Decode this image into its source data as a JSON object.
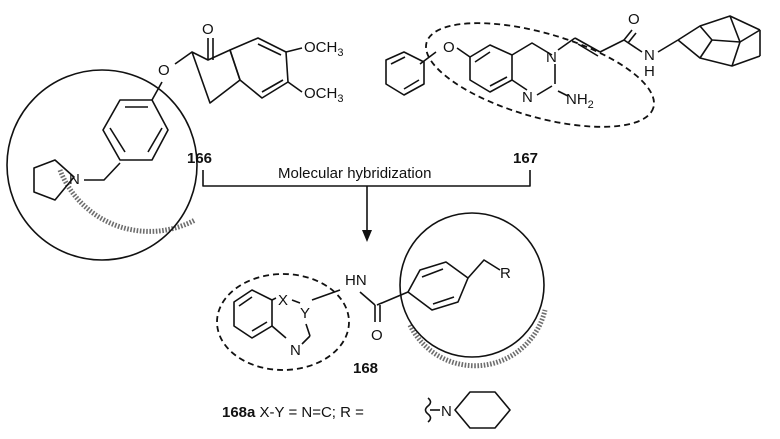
{
  "compounds": {
    "c166": {
      "label": "166",
      "atoms": {
        "carbonyl_o": "O",
        "ether_o": "O",
        "ome1": "OCH",
        "ome1_sub": "3",
        "ome2": "OCH",
        "ome2_sub": "3",
        "pyrrolidine_n": "N"
      }
    },
    "c167": {
      "label": "167",
      "atoms": {
        "ether_o": "O",
        "ring_n3": "N",
        "ring_n1": "N",
        "amine": "NH",
        "amine_sub": "2",
        "amide_o": "O",
        "amide_nh": "N",
        "amide_h": "H"
      }
    },
    "c168": {
      "label": "168",
      "atoms": {
        "x": "X",
        "y": "Y",
        "n": "N",
        "nh": "HN",
        "amide_o": "O",
        "r": "R"
      }
    }
  },
  "arrow_label": "Molecular hybridization",
  "footnote": {
    "label": "168a",
    "text": " X-Y = N=C; R = ",
    "piperidine_n": "N"
  }
}
